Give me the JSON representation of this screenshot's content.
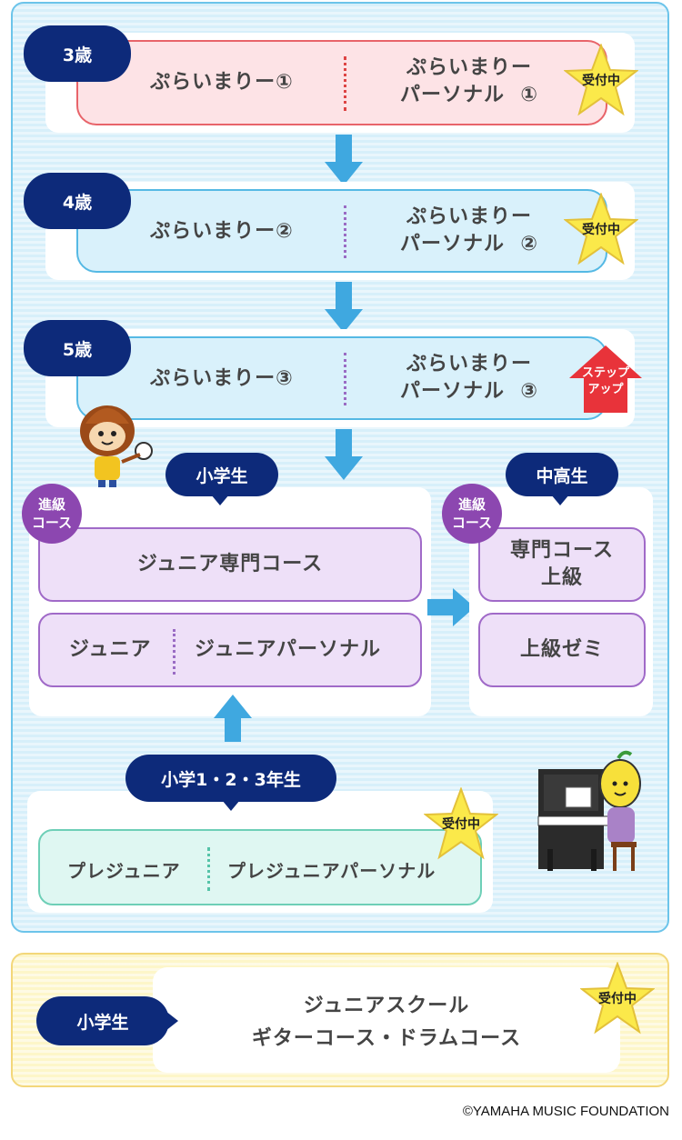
{
  "rows": [
    {
      "age": "3歳",
      "left": "ぷらいまりー①",
      "right_l1": "ぷらいまりー",
      "right_l2": "パーソナル",
      "right_num": "①",
      "badge": "受付中"
    },
    {
      "age": "4歳",
      "left": "ぷらいまりー②",
      "right_l1": "ぷらいまりー",
      "right_l2": "パーソナル",
      "right_num": "②",
      "badge": "受付中"
    },
    {
      "age": "5歳",
      "left": "ぷらいまりー③",
      "right_l1": "ぷらいまりー",
      "right_l2": "パーソナル",
      "right_num": "③",
      "badge_l1": "ステップ",
      "badge_l2": "アップ"
    }
  ],
  "elementary": {
    "header": "小学生",
    "advanced_l1": "進級",
    "advanced_l2": "コース",
    "course_main": "ジュニア専門コース",
    "course_left": "ジュニア",
    "course_right": "ジュニアパーソナル"
  },
  "highschool": {
    "header": "中高生",
    "advanced_l1": "進級",
    "advanced_l2": "コース",
    "course1_l1": "専門コース",
    "course1_l2": "上級",
    "course2": "上級ゼミ"
  },
  "junior_pre": {
    "header": "小学1・2・3年生",
    "left": "プレジュニア",
    "right": "プレジュニアパーソナル",
    "badge": "受付中"
  },
  "school": {
    "header": "小学生",
    "line1": "ジュニアスクール",
    "line2": "ギターコース・ドラムコース",
    "badge": "受付中"
  },
  "copyright": "©YAMAHA MUSIC FOUNDATION",
  "colors": {
    "navy": "#0d2a7a",
    "sky": "#55b9e4",
    "pink": "#e8646a",
    "purple": "#8c47b0",
    "star": "#fbe94a",
    "step_red": "#e8333a"
  }
}
